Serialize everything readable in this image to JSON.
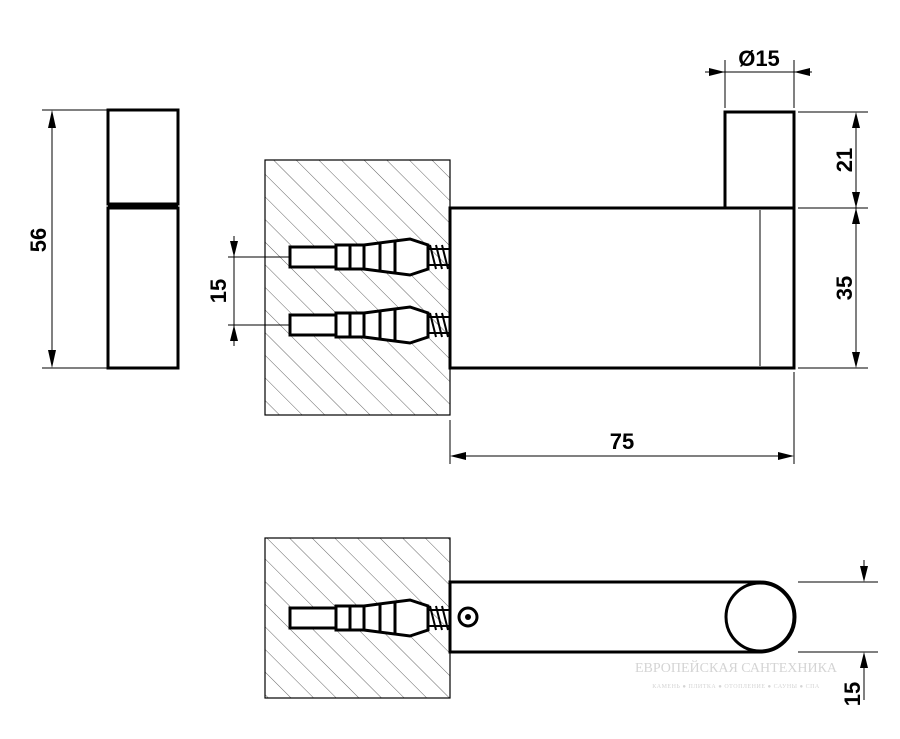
{
  "dimensions": {
    "diameter": "Ø15",
    "cap_height": "21",
    "body_height": "35",
    "total_height": "56",
    "dowel_spacing": "15",
    "projection_length": "75",
    "plan_width": "15"
  },
  "watermark": {
    "title": "ЕВРОПЕЙСКАЯ САНТЕХНИКА",
    "subtitle": "КАМЕНЬ ● ПЛИТКА ● ОТОПЛЕНИЕ ● САУНЫ ● СПА"
  },
  "colors": {
    "line": "#000000",
    "background": "#ffffff",
    "watermark": "#d4d4d4"
  }
}
